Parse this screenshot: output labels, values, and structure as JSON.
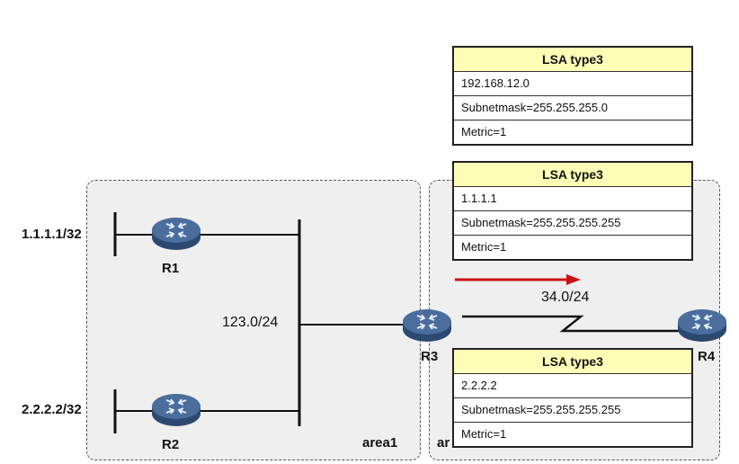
{
  "areas": {
    "area1_label": "area1",
    "area2_label_visible": "ar"
  },
  "routers": {
    "r1": "R1",
    "r2": "R2",
    "r3": "R3",
    "r4": "R4"
  },
  "networks": {
    "r1_loopback": "1.1.1.1/32",
    "r2_loopback": "2.2.2.2/32",
    "area1_segment": "123.0/24",
    "area2_link": "34.0/24"
  },
  "lsa_boxes": [
    {
      "title": "LSA  type3",
      "rows": [
        "192.168.12.0",
        "Subnetmask=255.255.255.0",
        "Metric=1"
      ]
    },
    {
      "title": "LSA  type3",
      "rows": [
        "1.1.1.1",
        "Subnetmask=255.255.255.255",
        "Metric=1"
      ]
    },
    {
      "title": "LSA  type3",
      "rows": [
        "2.2.2.2",
        "Subnetmask=255.255.255.255",
        "Metric=1"
      ]
    }
  ],
  "colors": {
    "area_fill": "#efefef",
    "lsa_header": "#fffeb6",
    "router_body": "#3d5f89",
    "flow_arrow": "#cc1111"
  },
  "icons": {
    "router": "router-icon",
    "flow": "arrow-right-icon"
  }
}
